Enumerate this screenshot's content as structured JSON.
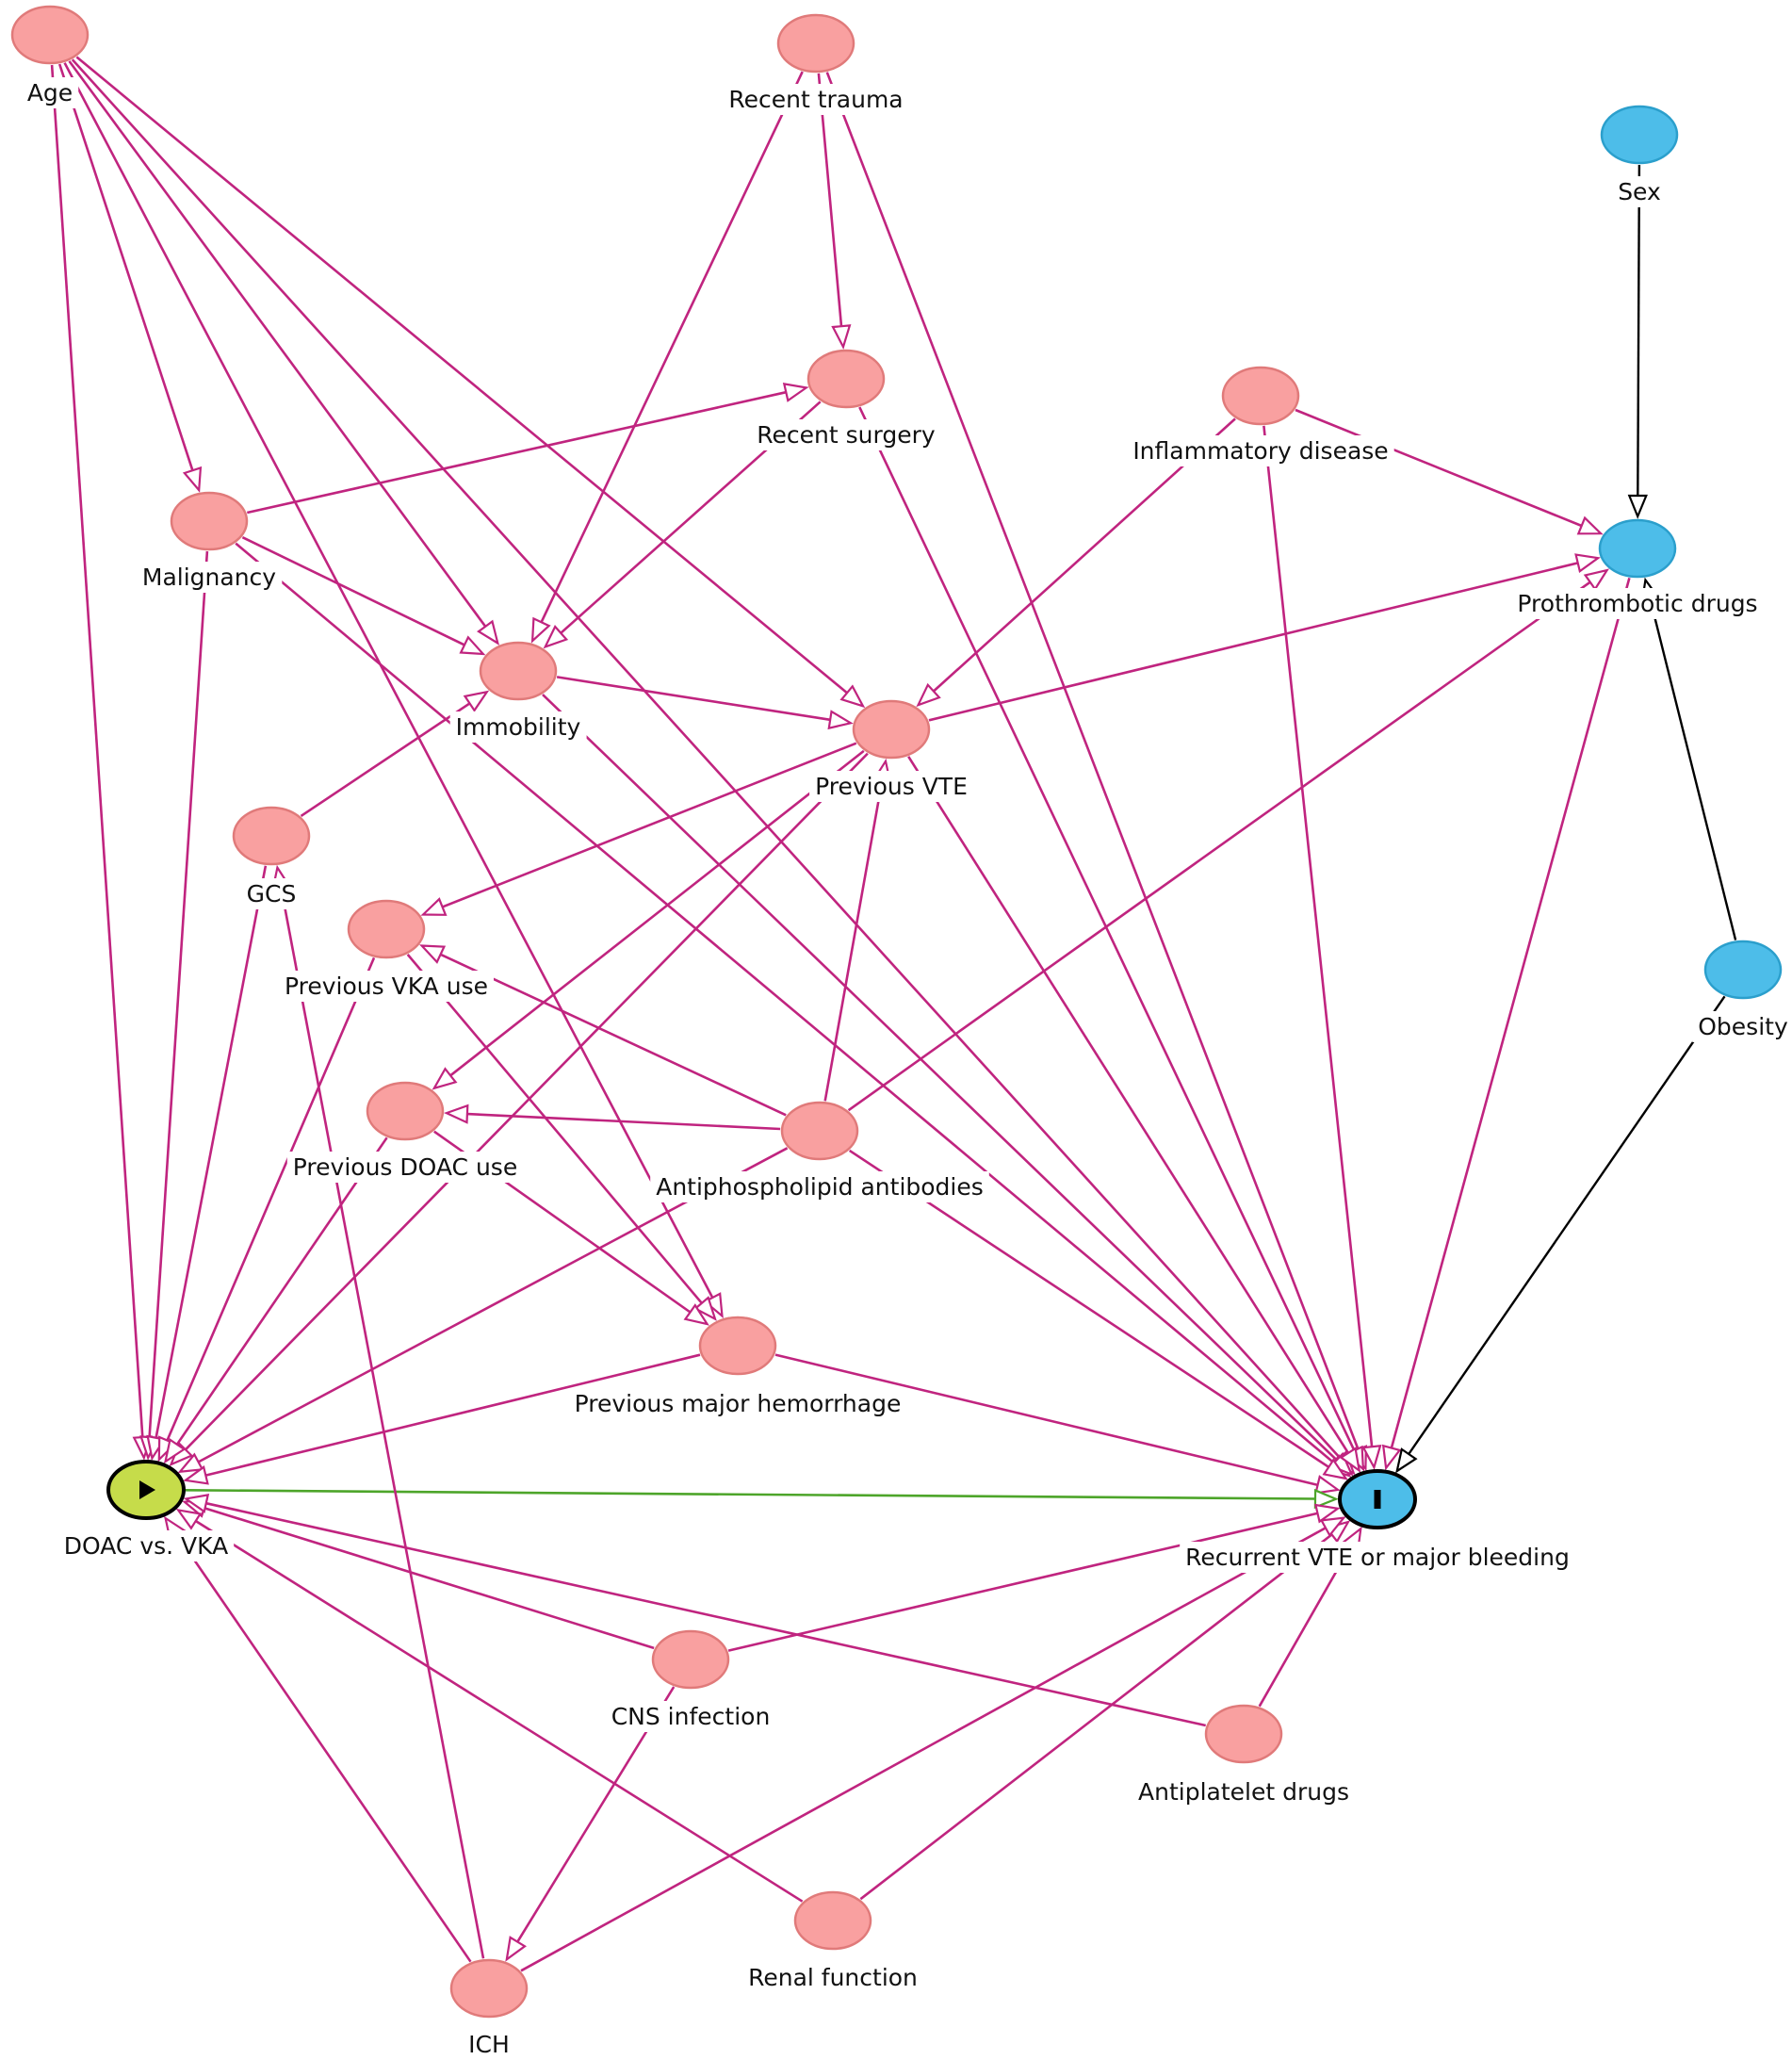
{
  "colors": {
    "adjusted_node": "#f9a0a0",
    "adjusted_stroke": "#e07a7a",
    "ancestor_node": "#4dbde9",
    "ancestor_stroke": "#2b9fcc",
    "exposure_node": "#c6dc4a",
    "biasing_edge": "#c0247f",
    "causal_edge": "#4da52a",
    "other_edge": "#000000",
    "label_bg": "#ffffff"
  },
  "nodes": [
    {
      "id": "age",
      "label": "Age",
      "kind": "adjusted"
    },
    {
      "id": "trauma",
      "label": "Recent trauma",
      "kind": "adjusted"
    },
    {
      "id": "sex",
      "label": "Sex",
      "kind": "ancestor"
    },
    {
      "id": "surgery",
      "label": "Recent surgery",
      "kind": "adjusted"
    },
    {
      "id": "inflam",
      "label": "Inflammatory disease",
      "kind": "adjusted"
    },
    {
      "id": "malig",
      "label": "Malignancy",
      "kind": "adjusted"
    },
    {
      "id": "prothro",
      "label": "Prothrombotic drugs",
      "kind": "ancestor"
    },
    {
      "id": "immob",
      "label": "Immobility",
      "kind": "adjusted"
    },
    {
      "id": "pvte",
      "label": "Previous VTE",
      "kind": "adjusted"
    },
    {
      "id": "gcs",
      "label": "GCS",
      "kind": "adjusted"
    },
    {
      "id": "pvka",
      "label": "Previous VKA use",
      "kind": "adjusted"
    },
    {
      "id": "obesity",
      "label": "Obesity",
      "kind": "ancestor"
    },
    {
      "id": "pdoac",
      "label": "Previous DOAC use",
      "kind": "adjusted"
    },
    {
      "id": "apl",
      "label": "Antiphospholipid antibodies",
      "kind": "adjusted"
    },
    {
      "id": "pmh",
      "label": "Previous major hemorrhage",
      "kind": "adjusted"
    },
    {
      "id": "exposure",
      "label": "DOAC vs. VKA",
      "kind": "exposure",
      "glyph": "play-icon"
    },
    {
      "id": "outcome",
      "label": "Recurrent VTE or major bleeding",
      "kind": "outcome",
      "glyph": "bar-icon"
    },
    {
      "id": "cns",
      "label": "CNS infection",
      "kind": "adjusted"
    },
    {
      "id": "antiplt",
      "label": "Antiplatelet drugs",
      "kind": "adjusted"
    },
    {
      "id": "renal",
      "label": "Renal function",
      "kind": "adjusted"
    },
    {
      "id": "ich",
      "label": "ICH",
      "kind": "adjusted"
    }
  ],
  "edges": [
    {
      "from": "age",
      "to": "malig",
      "type": "biasing"
    },
    {
      "from": "age",
      "to": "immob",
      "type": "biasing"
    },
    {
      "from": "age",
      "to": "pvte",
      "type": "biasing"
    },
    {
      "from": "age",
      "to": "exposure",
      "type": "biasing"
    },
    {
      "from": "age",
      "to": "outcome",
      "type": "biasing"
    },
    {
      "from": "age",
      "to": "pmh",
      "type": "biasing"
    },
    {
      "from": "trauma",
      "to": "surgery",
      "type": "biasing"
    },
    {
      "from": "trauma",
      "to": "immob",
      "type": "biasing"
    },
    {
      "from": "trauma",
      "to": "outcome",
      "type": "biasing"
    },
    {
      "from": "sex",
      "to": "prothro",
      "type": "other"
    },
    {
      "from": "surgery",
      "to": "immob",
      "type": "biasing"
    },
    {
      "from": "surgery",
      "to": "outcome",
      "type": "biasing"
    },
    {
      "from": "inflam",
      "to": "prothro",
      "type": "biasing"
    },
    {
      "from": "inflam",
      "to": "pvte",
      "type": "biasing"
    },
    {
      "from": "inflam",
      "to": "outcome",
      "type": "biasing"
    },
    {
      "from": "malig",
      "to": "surgery",
      "type": "biasing"
    },
    {
      "from": "malig",
      "to": "immob",
      "type": "biasing"
    },
    {
      "from": "malig",
      "to": "exposure",
      "type": "biasing"
    },
    {
      "from": "malig",
      "to": "outcome",
      "type": "biasing"
    },
    {
      "from": "immob",
      "to": "pvte",
      "type": "biasing"
    },
    {
      "from": "immob",
      "to": "outcome",
      "type": "biasing"
    },
    {
      "from": "pvte",
      "to": "prothro",
      "type": "biasing"
    },
    {
      "from": "pvte",
      "to": "pvka",
      "type": "biasing"
    },
    {
      "from": "pvte",
      "to": "pdoac",
      "type": "biasing"
    },
    {
      "from": "pvte",
      "to": "exposure",
      "type": "biasing"
    },
    {
      "from": "pvte",
      "to": "outcome",
      "type": "biasing"
    },
    {
      "from": "gcs",
      "to": "immob",
      "type": "biasing"
    },
    {
      "from": "gcs",
      "to": "exposure",
      "type": "biasing"
    },
    {
      "from": "pvka",
      "to": "exposure",
      "type": "biasing"
    },
    {
      "from": "pvka",
      "to": "pmh",
      "type": "biasing"
    },
    {
      "from": "pdoac",
      "to": "exposure",
      "type": "biasing"
    },
    {
      "from": "pdoac",
      "to": "pmh",
      "type": "biasing"
    },
    {
      "from": "apl",
      "to": "pvte",
      "type": "biasing"
    },
    {
      "from": "apl",
      "to": "pvka",
      "type": "biasing"
    },
    {
      "from": "apl",
      "to": "pdoac",
      "type": "biasing"
    },
    {
      "from": "apl",
      "to": "prothro",
      "type": "biasing"
    },
    {
      "from": "apl",
      "to": "exposure",
      "type": "biasing"
    },
    {
      "from": "apl",
      "to": "outcome",
      "type": "biasing"
    },
    {
      "from": "pmh",
      "to": "exposure",
      "type": "biasing"
    },
    {
      "from": "pmh",
      "to": "outcome",
      "type": "biasing"
    },
    {
      "from": "prothro",
      "to": "outcome",
      "type": "biasing"
    },
    {
      "from": "obesity",
      "to": "prothro",
      "type": "other"
    },
    {
      "from": "obesity",
      "to": "outcome",
      "type": "other"
    },
    {
      "from": "exposure",
      "to": "outcome",
      "type": "causal"
    },
    {
      "from": "cns",
      "to": "exposure",
      "type": "biasing"
    },
    {
      "from": "cns",
      "to": "outcome",
      "type": "biasing"
    },
    {
      "from": "cns",
      "to": "ich",
      "type": "biasing"
    },
    {
      "from": "antiplt",
      "to": "exposure",
      "type": "biasing"
    },
    {
      "from": "antiplt",
      "to": "outcome",
      "type": "biasing"
    },
    {
      "from": "renal",
      "to": "exposure",
      "type": "biasing"
    },
    {
      "from": "renal",
      "to": "outcome",
      "type": "biasing"
    },
    {
      "from": "ich",
      "to": "exposure",
      "type": "biasing"
    },
    {
      "from": "ich",
      "to": "outcome",
      "type": "biasing"
    },
    {
      "from": "ich",
      "to": "gcs",
      "type": "biasing"
    }
  ]
}
